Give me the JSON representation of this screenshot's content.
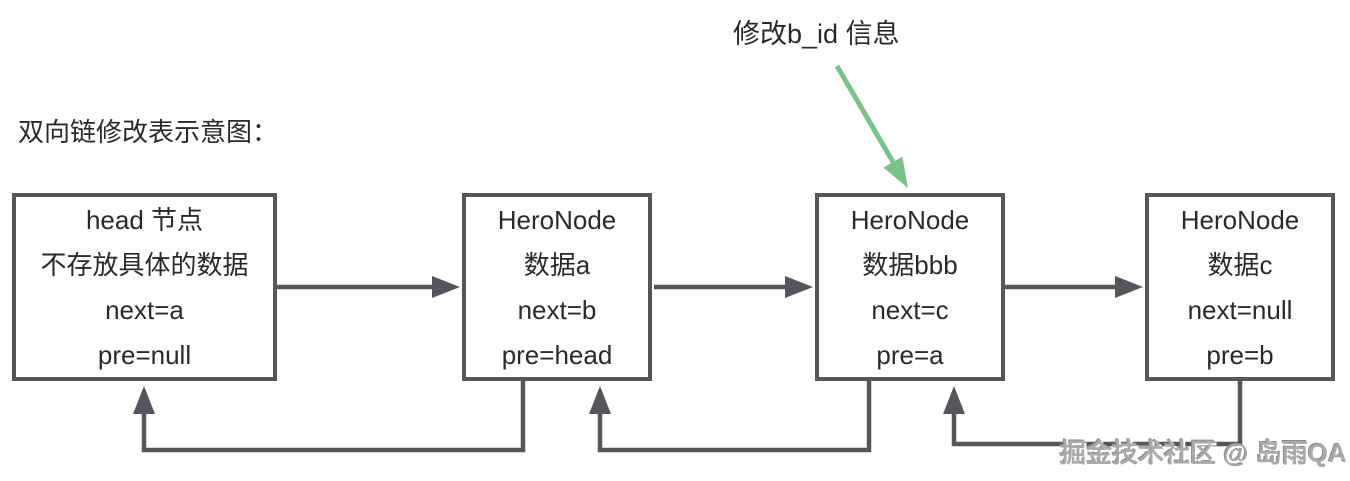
{
  "page": {
    "title": "双向链修改表示意图：",
    "annotation": "修改b_id 信息",
    "watermark": "掘金技术社区 @ 岛雨QA"
  },
  "colors": {
    "background": "#ffffff",
    "line_color": "#55565a",
    "text_color": "#2a2a2a",
    "green_color": "#7bc289",
    "watermark_color": "#a9a9a9"
  },
  "nodes": [
    {
      "id": "head",
      "lines": [
        "head 节点",
        "不存放具体的数据",
        "next=a",
        "pre=null"
      ]
    },
    {
      "id": "a",
      "lines": [
        "HeroNode",
        "数据a",
        "next=b",
        "pre=head"
      ]
    },
    {
      "id": "bbb",
      "lines": [
        "HeroNode",
        "数据bbb",
        "next=c",
        "pre=a"
      ]
    },
    {
      "id": "c",
      "lines": [
        "HeroNode",
        "数据c",
        "next=null",
        "pre=b"
      ]
    }
  ],
  "arrows": {
    "next_arrows": [
      "head→a",
      "a→bbb",
      "bbb→c"
    ],
    "pre_arrows": [
      "a→head",
      "bbb→a",
      "c→bbb"
    ],
    "annotation_arrow_target": "bbb"
  }
}
